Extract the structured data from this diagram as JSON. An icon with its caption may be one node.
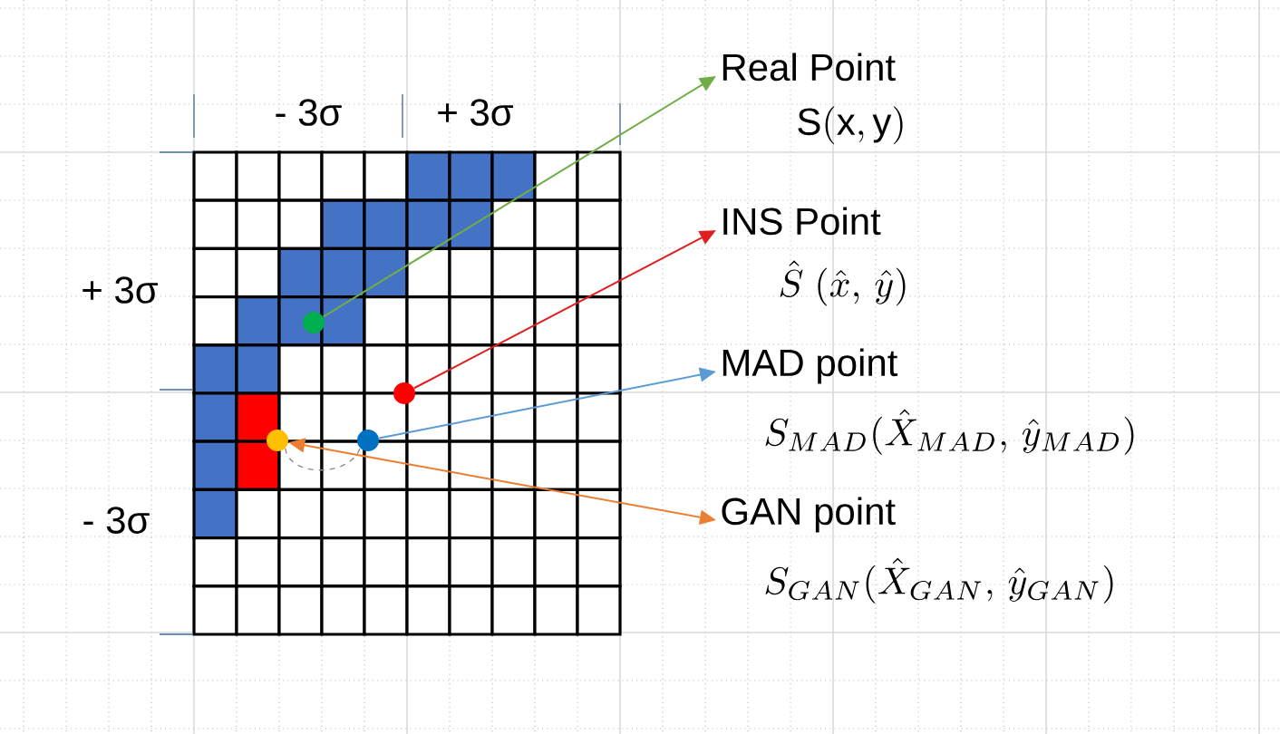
{
  "diagram": {
    "nodes": [
      {
        "text": [
          "Real Point",
          "\\mathrm{S(x,y)}"
        ]
      },
      {
        "text": [
          "INS Point",
          "\\hat{S}\\ (\\hat{x},\\,\\hat{y})"
        ]
      },
      {
        "text": [
          "MAD point",
          "S_{MAD}(\\hat{X}_{MAD},\\,\\hat{y}_{MAD})"
        ]
      },
      {
        "text": [
          "GAN point",
          "S_{GAN}(\\hat{X}_{GAN},\\,\\hat{y}_{GAN})"
        ]
      },
      {
        "text": [],
        "shape": "circle"
      },
      {
        "text": [],
        "shape": "circle"
      },
      {
        "text": [],
        "shape": "circle"
      },
      {
        "text": [],
        "shape": "circle"
      }
    ],
    "edges": [
      {
        "from": 4,
        "to": 0,
        "arrow": "to",
        "color": "#70ad47"
      },
      {
        "from": 5,
        "to": 1,
        "arrow": "to",
        "color": "#e02020"
      },
      {
        "from": 7,
        "to": 2,
        "arrow": "to",
        "color": "#5b9bd5"
      },
      {
        "from": 6,
        "to": 3,
        "arrow": "both",
        "color": "#ed7d31"
      },
      {
        "from": 6,
        "to": 7,
        "arrow": "none",
        "style": "dashed",
        "color": "#8c8c8c"
      }
    ],
    "labels": [
      "- 3σ",
      "+ 3σ",
      "+ 3σ",
      "- 3σ"
    ]
  }
}
